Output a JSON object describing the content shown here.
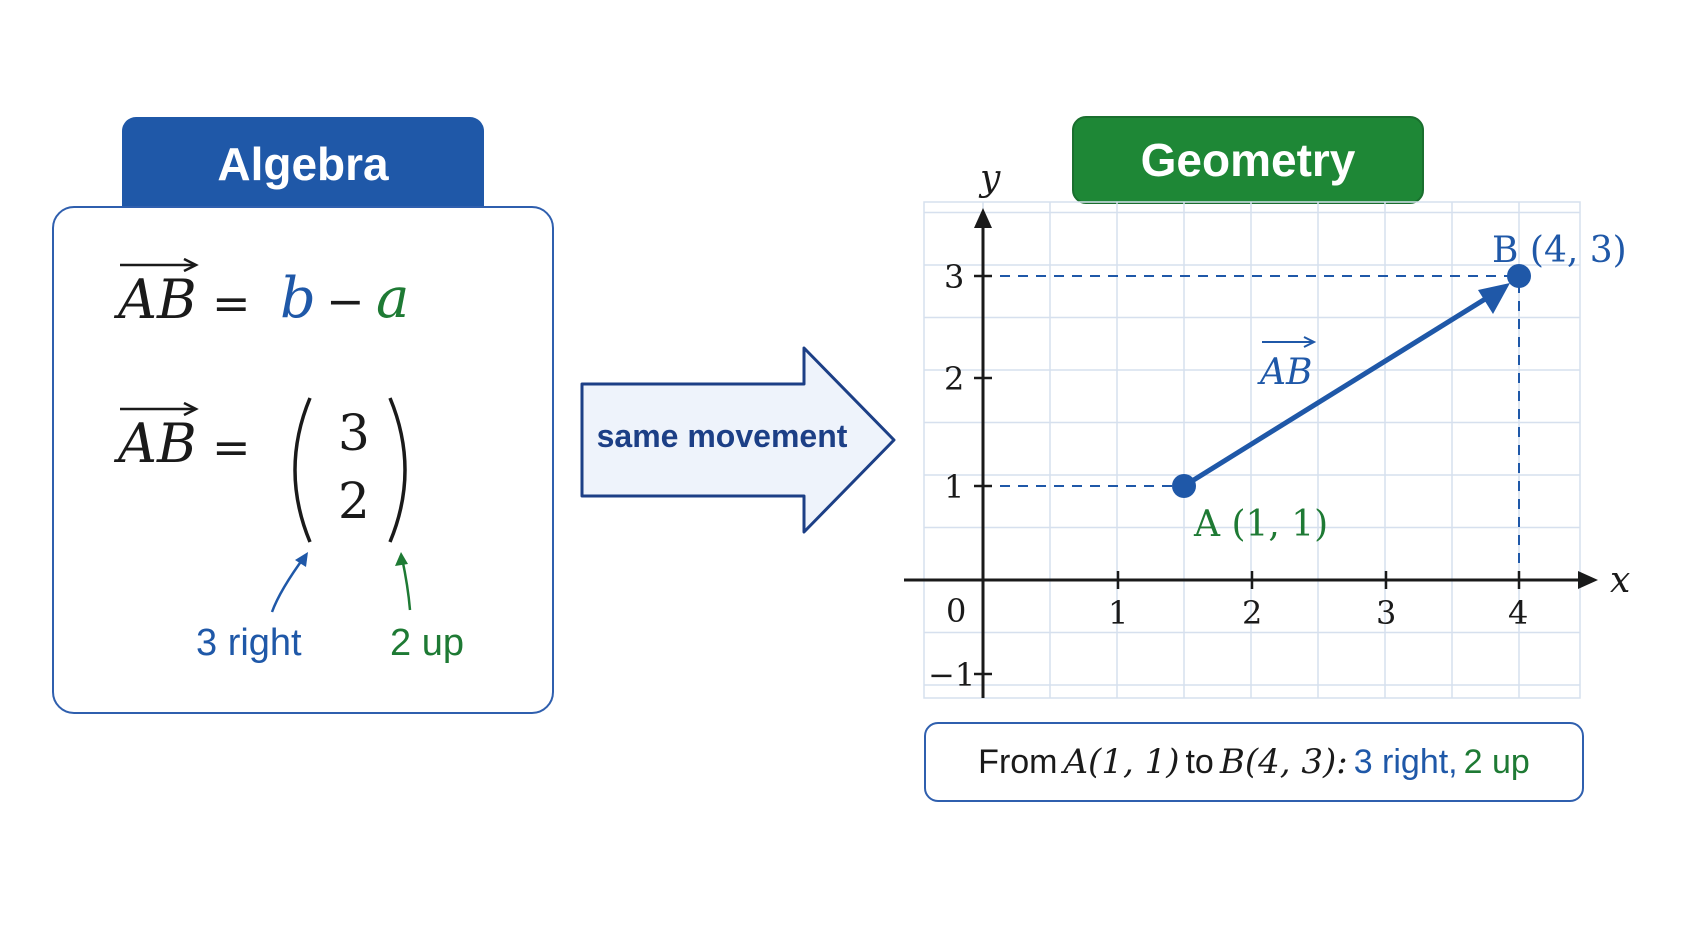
{
  "algebra": {
    "title": "Algebra",
    "eq1": {
      "lhs": "AB",
      "equals": "=",
      "b": "b",
      "minus": "−",
      "a": "a"
    },
    "eq2": {
      "lhs": "AB",
      "equals": "=",
      "top": "3",
      "bottom": "2"
    },
    "label_right": "3 right",
    "label_up": "2 up"
  },
  "arrow_label": "same movement",
  "geometry": {
    "title": "Geometry",
    "axis_x": "x",
    "axis_y": "y",
    "x_ticks": [
      "0",
      "1",
      "2",
      "3",
      "4"
    ],
    "y_ticks": [
      "3",
      "2",
      "1",
      "−1"
    ],
    "point_a_label": "A (1, 1)",
    "point_b_label": "B (4, 3)",
    "vector_label": "AB",
    "caption": {
      "from": "From",
      "a": "A(1, 1)",
      "to": "to",
      "b": "B(4, 3):",
      "right": "3 right,",
      "up": "2 up"
    }
  },
  "colors": {
    "blue": "#1f58a8",
    "green": "#1e7a34",
    "grid": "#d6e0ee",
    "light_blue_fill": "#eef3fb"
  }
}
